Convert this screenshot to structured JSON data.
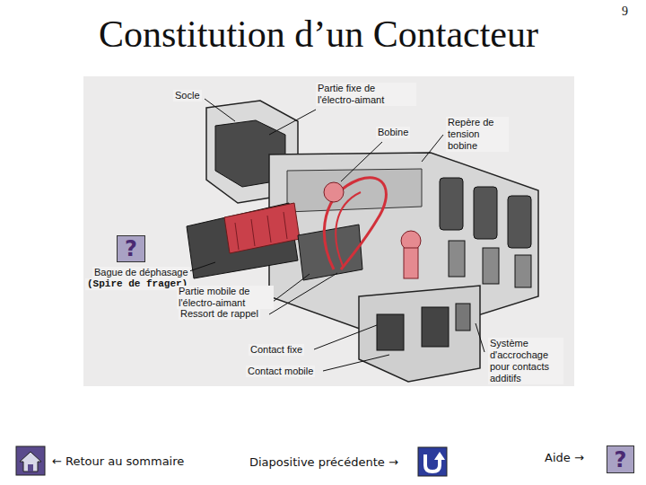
{
  "diagram": {
    "title": "Constitution d’un Contacteur",
    "nodes": [
      {
        "text": [
          "?"
        ]
      },
      {
        "text": [
          "?"
        ]
      }
    ],
    "labels": [
      "9",
      "Socle",
      "Partie fixe de l'électro-aimant",
      "Repère de tension bobine",
      "Bobine",
      "Bague de déphasage",
      "(Spire de frager)",
      "Partie mobile de l'électro-aimant",
      "Ressort de rappel",
      "Contact fixe",
      "Contact mobile",
      "Système d'accrochage pour contacts additifs",
      "← Retour au sommaire",
      "Diapositive précédente →",
      "Aide →"
    ]
  }
}
